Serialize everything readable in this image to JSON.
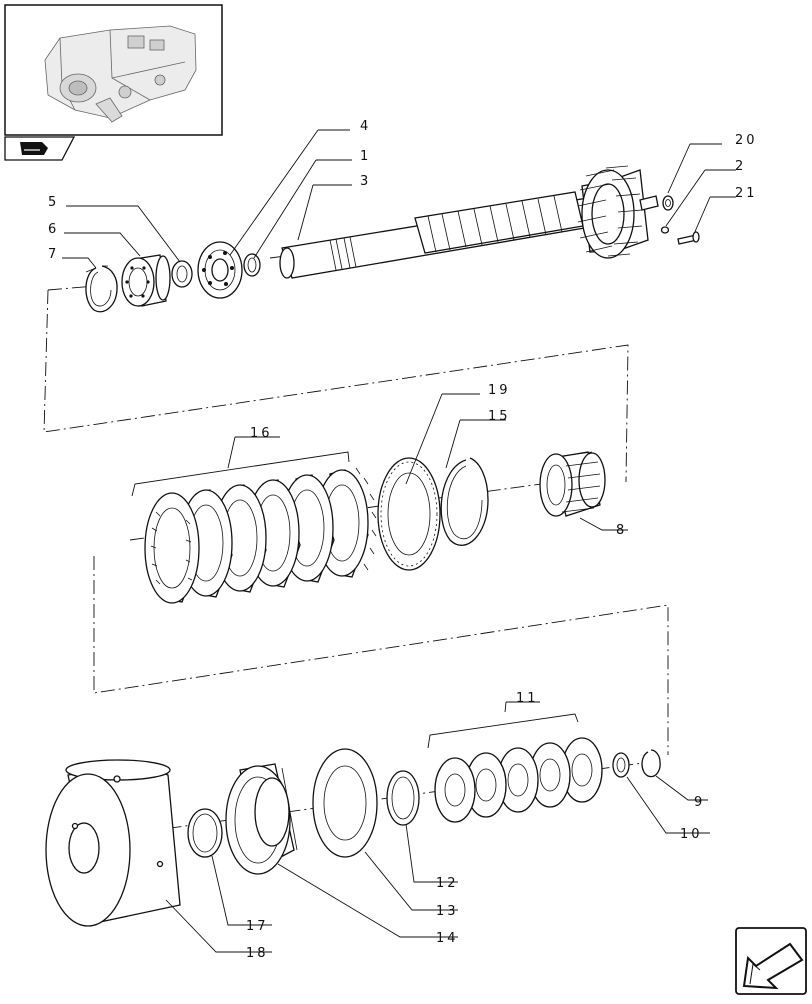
{
  "diagram": {
    "callouts": [
      {
        "id": "c4",
        "text": "4"
      },
      {
        "id": "c1",
        "text": "1"
      },
      {
        "id": "c3",
        "text": "3"
      },
      {
        "id": "c5",
        "text": "5"
      },
      {
        "id": "c6",
        "text": "6"
      },
      {
        "id": "c7",
        "text": "7"
      },
      {
        "id": "c20",
        "text": "20"
      },
      {
        "id": "c2",
        "text": "2"
      },
      {
        "id": "c21",
        "text": "21"
      },
      {
        "id": "c16",
        "text": "16"
      },
      {
        "id": "c19",
        "text": "19"
      },
      {
        "id": "c15",
        "text": "15"
      },
      {
        "id": "c8",
        "text": "8"
      },
      {
        "id": "c11",
        "text": "11"
      },
      {
        "id": "c9",
        "text": "9"
      },
      {
        "id": "c10",
        "text": "10"
      },
      {
        "id": "c12",
        "text": "12"
      },
      {
        "id": "c13",
        "text": "13"
      },
      {
        "id": "c14",
        "text": "14"
      },
      {
        "id": "c17",
        "text": "17"
      },
      {
        "id": "c18",
        "text": "18"
      }
    ]
  },
  "icons": {
    "thumbnail": "transmission-housing-icon",
    "index_tab": "book-icon",
    "nav_button": "back-arrow-icon"
  }
}
